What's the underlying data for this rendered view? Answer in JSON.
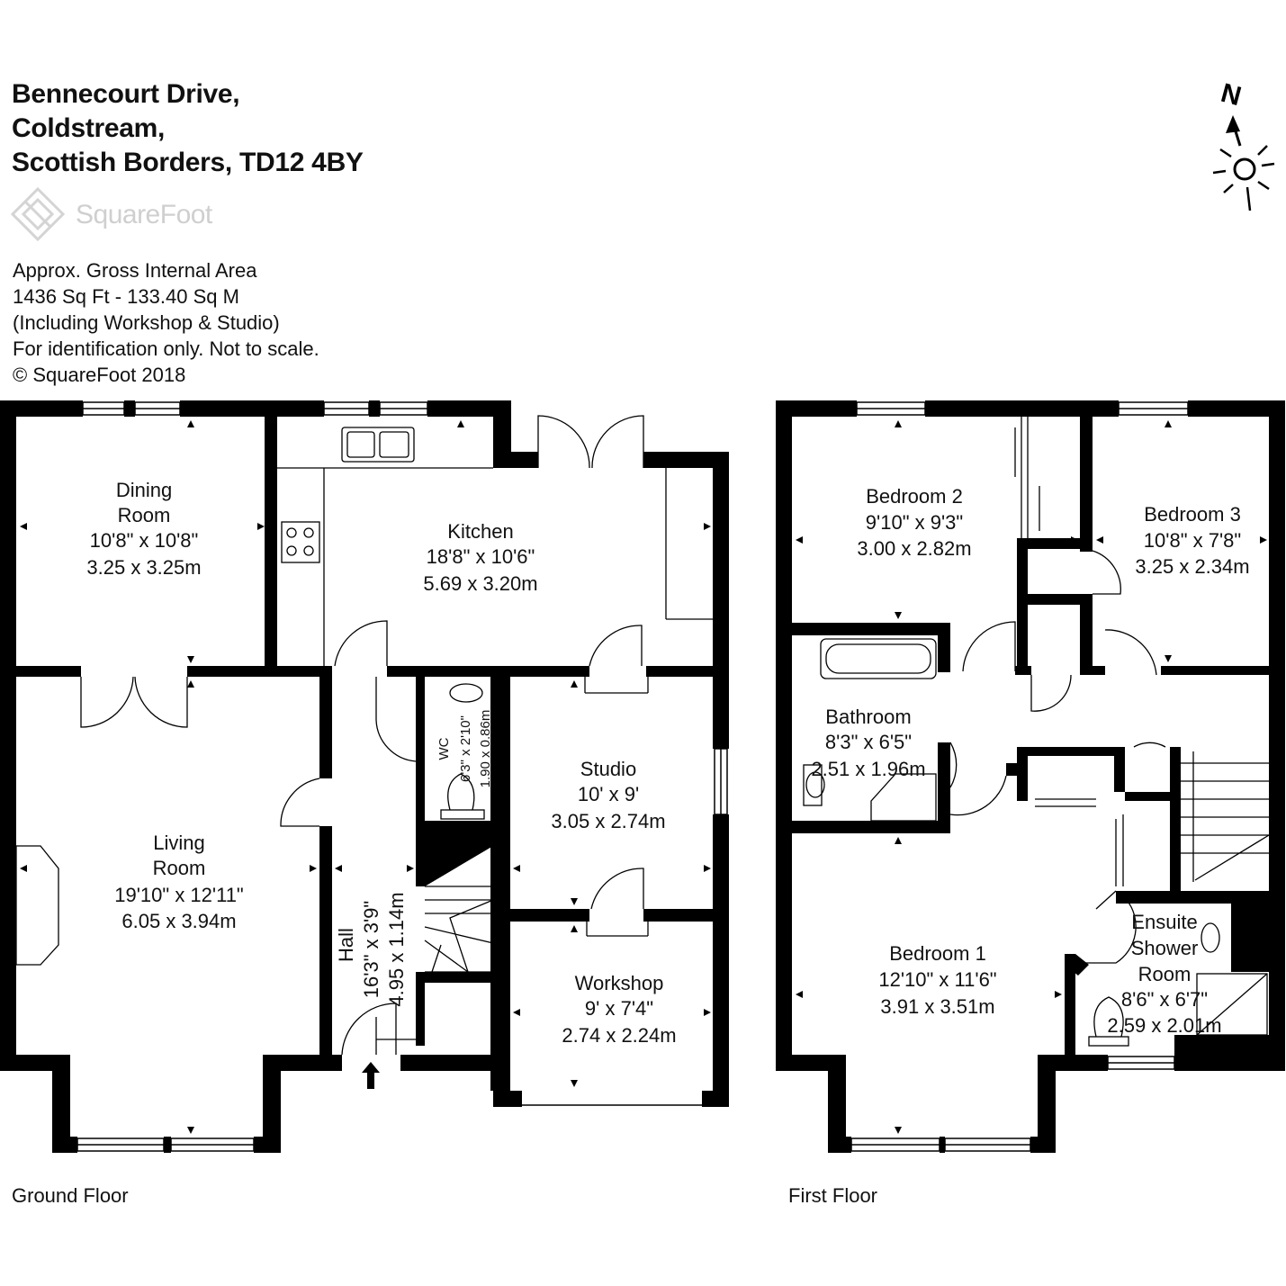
{
  "address": {
    "line1": "Bennecourt Drive,",
    "line2": "Coldstream,",
    "line3": "Scottish Borders, TD12 4BY"
  },
  "logo": {
    "text": "SquareFoot"
  },
  "info": {
    "line1": "Approx. Gross Internal Area",
    "line2": "1436 Sq Ft  -  133.40 Sq M",
    "line3": "(Including Workshop & Studio)",
    "line4": "For identification only. Not to scale.",
    "line5": "© SquareFoot 2018"
  },
  "compass": {
    "label": "N"
  },
  "floors": {
    "ground": "Ground Floor",
    "first": "First Floor"
  },
  "rooms": {
    "dining": {
      "name1": "Dining",
      "name2": "Room",
      "imperial": "10'8\" x 10'8\"",
      "metric": "3.25 x 3.25m"
    },
    "kitchen": {
      "name": "Kitchen",
      "imperial": "18'8\" x 10'6\"",
      "metric": "5.69 x 3.20m"
    },
    "living": {
      "name1": "Living",
      "name2": "Room",
      "imperial": "19'10\" x 12'11\"",
      "metric": "6.05 x 3.94m"
    },
    "hall": {
      "name": "Hall",
      "imperial": "16'3\" x 3'9\"",
      "metric": "4.95 x 1.14m"
    },
    "wc": {
      "name": "WC",
      "imperial": "6'3\" x 2'10\"",
      "metric": "1.90 x 0.86m"
    },
    "studio": {
      "name": "Studio",
      "imperial": "10' x 9'",
      "metric": "3.05 x 2.74m"
    },
    "workshop": {
      "name": "Workshop",
      "imperial": "9' x 7'4\"",
      "metric": "2.74 x 2.24m"
    },
    "bedroom2": {
      "name": "Bedroom 2",
      "imperial": "9'10\" x 9'3\"",
      "metric": "3.00 x 2.82m"
    },
    "bedroom3": {
      "name": "Bedroom 3",
      "imperial": "10'8\" x 7'8\"",
      "metric": "3.25 x 2.34m"
    },
    "bathroom": {
      "name": "Bathroom",
      "imperial": "8'3\" x 6'5\"",
      "metric": "2.51 x 1.96m"
    },
    "bedroom1": {
      "name": "Bedroom 1",
      "imperial": "12'10\" x 11'6\"",
      "metric": "3.91 x 3.51m"
    },
    "ensuite": {
      "name1": "Ensuite",
      "name2": "Shower",
      "name3": "Room",
      "imperial": "8'6\" x 6'7\"",
      "metric": "2.59 x 2.01m"
    }
  },
  "colors": {
    "wall": "#000000",
    "fixture": "#888888",
    "watermark": "#cfcfcf"
  }
}
